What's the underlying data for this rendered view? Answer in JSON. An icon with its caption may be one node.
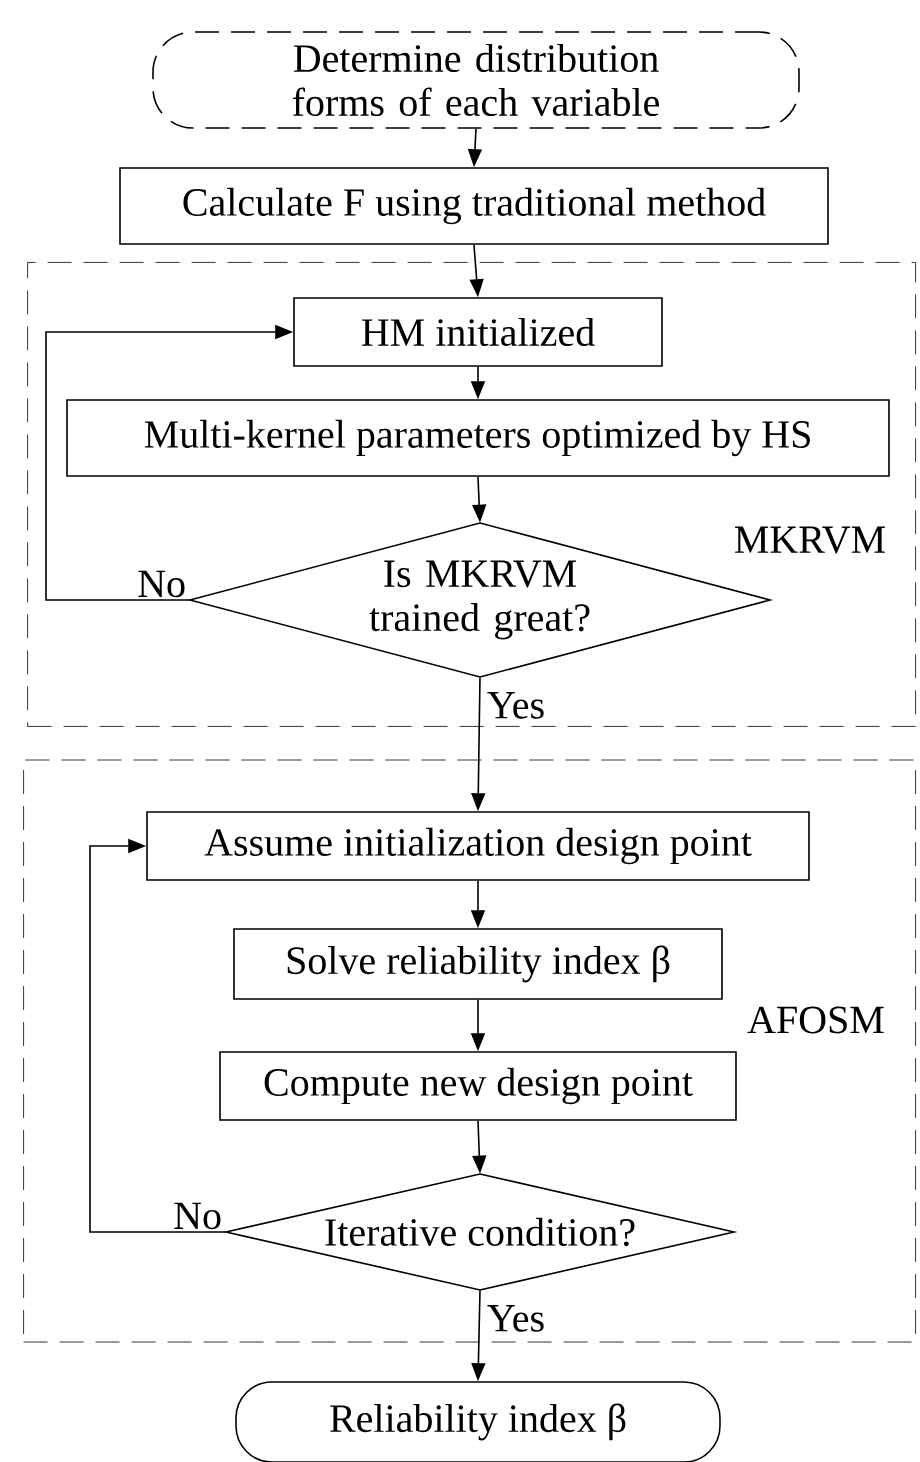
{
  "diagram": {
    "nodes": [
      {
        "text": [
          "Determine  distribution forms of each variable"
        ]
      },
      {
        "text": [
          "Calculate F using traditional method"
        ]
      },
      {
        "text": [
          "MKRVM"
        ]
      },
      {
        "text": [
          "HM initialized"
        ],
        "in": 2
      },
      {
        "text": [
          "Multi-kernel parameters optimized by HS"
        ],
        "in": 2
      },
      {
        "text": [
          "Is MKRVM trained great?"
        ],
        "in": 2
      },
      {
        "text": [
          "AFOSM"
        ]
      },
      {
        "text": [
          "Assume initialization design point"
        ],
        "in": 6
      },
      {
        "text": [
          "Solve reliability index β"
        ],
        "in": 6
      },
      {
        "text": [
          "Compute new design point"
        ],
        "in": 6
      },
      {
        "text": [
          "Iterative condition?"
        ],
        "in": 6
      },
      {
        "text": [
          "Reliability index  β"
        ]
      }
    ],
    "edges": [
      {
        "from": 0,
        "to": 1,
        "arrow": "to"
      },
      {
        "from": 1,
        "to": 3,
        "arrow": "to"
      },
      {
        "from": 3,
        "to": 4,
        "arrow": "to"
      },
      {
        "from": 4,
        "to": 5,
        "arrow": "to"
      },
      {
        "from": 5,
        "to": 3,
        "arrow": "to",
        "label": "No"
      },
      {
        "from": 5,
        "to": 7,
        "arrow": "to",
        "label": "Yes"
      },
      {
        "from": 7,
        "to": 8,
        "arrow": "to"
      },
      {
        "from": 8,
        "to": 9,
        "arrow": "to"
      },
      {
        "from": 9,
        "to": 10,
        "arrow": "to"
      },
      {
        "from": 10,
        "to": 7,
        "arrow": "to",
        "label": "No"
      },
      {
        "from": 10,
        "to": 11,
        "arrow": "to",
        "label": "Yes"
      }
    ]
  }
}
